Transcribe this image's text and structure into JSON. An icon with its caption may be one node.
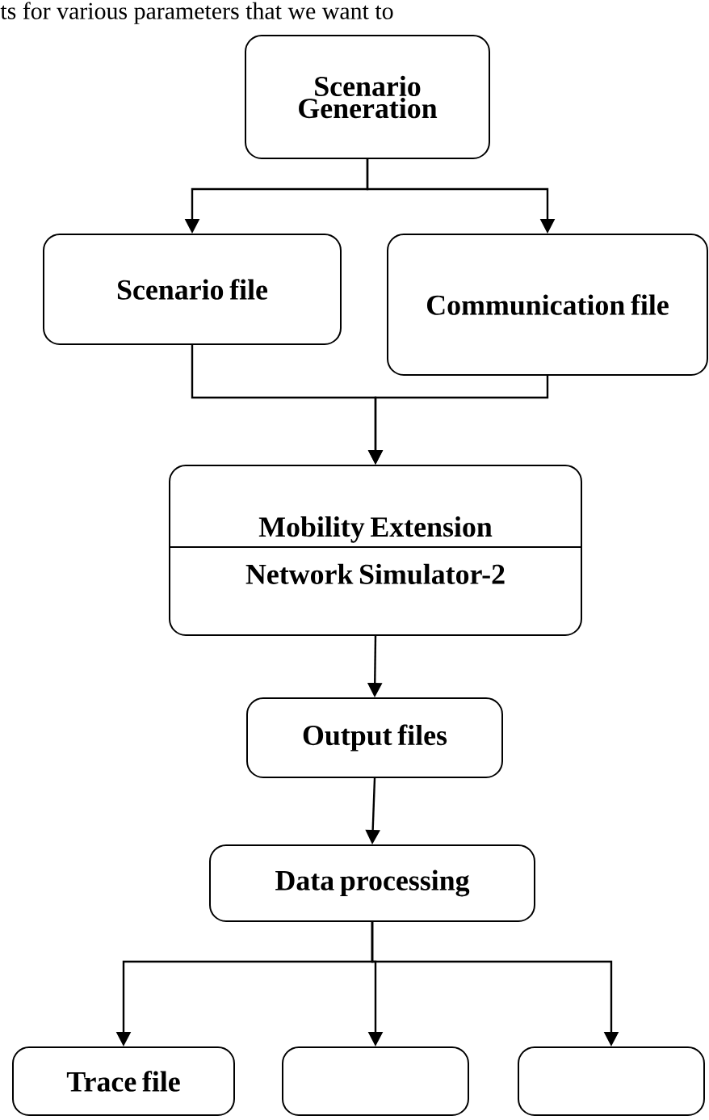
{
  "diagram": {
    "nodes": [
      {
        "text": [
          "Scenario Generation"
        ]
      },
      {
        "text": [
          "Scenario file"
        ]
      },
      {
        "text": [
          "Communication file"
        ]
      },
      {
        "text": [
          "Mobility Extension",
          "Network Simulator-2"
        ]
      },
      {
        "text": [
          "Output files"
        ]
      },
      {
        "text": [
          "Data processing"
        ]
      },
      {
        "text": [
          "Trace file"
        ]
      },
      {
        "text": [],
        "shape": "box"
      },
      {
        "text": [],
        "shape": "box"
      }
    ],
    "edges": [
      {
        "from": 0,
        "to": 1,
        "arrow": "to"
      },
      {
        "from": 0,
        "to": 2,
        "arrow": "to"
      },
      {
        "from": 1,
        "to": 3,
        "arrow": "to"
      },
      {
        "from": 2,
        "to": 3,
        "arrow": "to"
      },
      {
        "from": 3,
        "to": 4,
        "arrow": "to"
      },
      {
        "from": 4,
        "to": 5,
        "arrow": "to"
      },
      {
        "from": 5,
        "to": 6,
        "arrow": "to"
      },
      {
        "from": 5,
        "to": 7,
        "arrow": "to"
      },
      {
        "from": 5,
        "to": 8,
        "arrow": "to"
      }
    ],
    "labels": [
      "ts for various parameters that we want to"
    ]
  }
}
